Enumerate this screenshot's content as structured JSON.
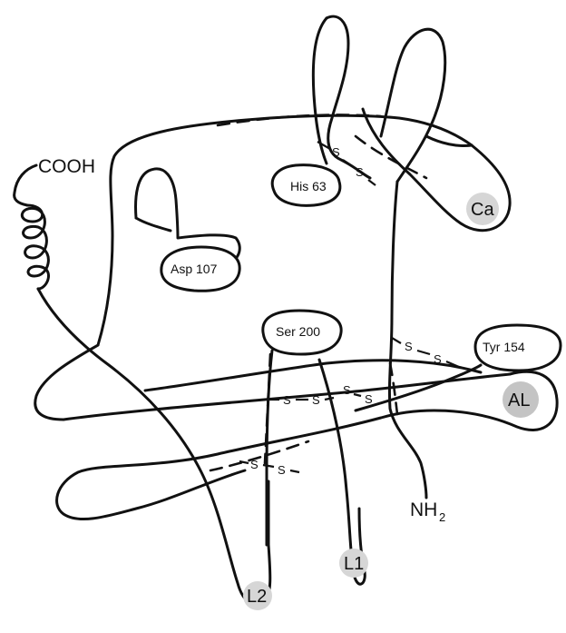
{
  "terminals": {
    "c_term": "COOH",
    "n_term": "NH",
    "n_term_sub": "2"
  },
  "residues": {
    "his": "His 63",
    "asp": "Asp 107",
    "ser": "Ser 200",
    "tyr": "Tyr 154"
  },
  "sites": {
    "ca": "Ca",
    "al": "AL",
    "l1": "L1",
    "l2": "L2"
  },
  "disulfide": {
    "s": "S"
  },
  "colors": {
    "line": "#111111",
    "site_fill_light": "#d6d6d6",
    "site_fill_dark": "#c4c4c4"
  }
}
